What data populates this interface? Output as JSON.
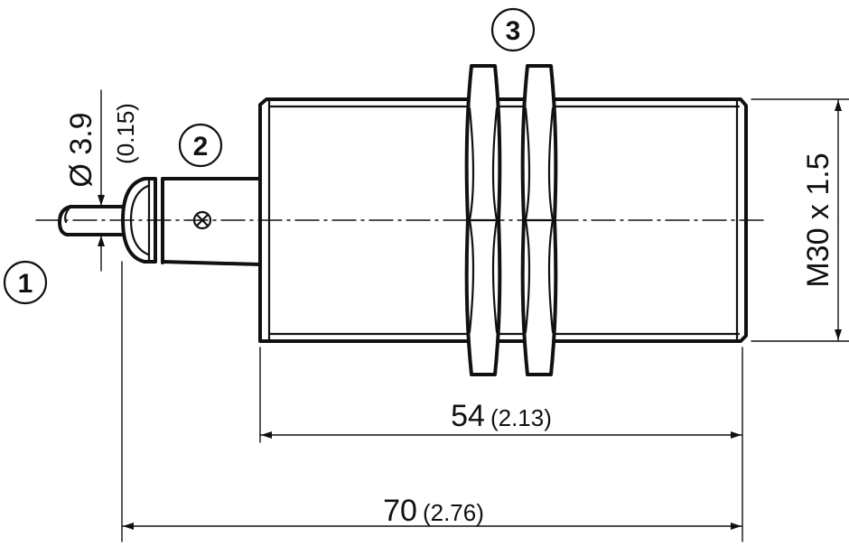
{
  "drawing": {
    "callouts": [
      "1",
      "2",
      "3"
    ],
    "dimensions": {
      "cable_diameter": {
        "value": "Ø 3.9",
        "inch": "(0.15)"
      },
      "thread": {
        "value": "M30 x 1.5"
      },
      "body_length": {
        "value": "54",
        "inch": "(2.13)"
      },
      "total_length": {
        "value": "70",
        "inch": "(2.76)"
      }
    },
    "line_color": "#111111"
  }
}
